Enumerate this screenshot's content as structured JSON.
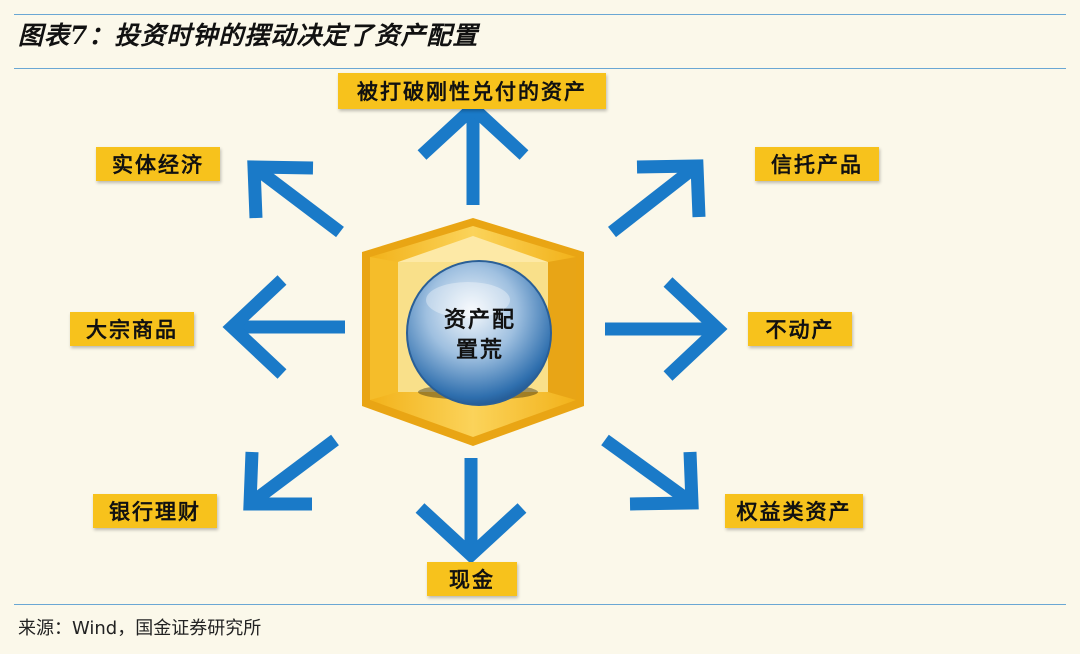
{
  "title": "图表7：投资时钟的摆动决定了资产配置",
  "source": "来源：Wind，国金证券研究所",
  "center": {
    "line1": "资产配",
    "line2": "置荒"
  },
  "labels": {
    "top": "被打破刚性兑付的资产",
    "top_left": "实体经济",
    "top_right": "信托产品",
    "left": "大宗商品",
    "right": "不动产",
    "bottom_left": "银行理财",
    "bottom_right": "权益类资产",
    "bottom": "现金"
  },
  "colors": {
    "arrow": "#1a7ac8",
    "label_bg": "#f7c21c",
    "line": "#6aa7d4"
  }
}
